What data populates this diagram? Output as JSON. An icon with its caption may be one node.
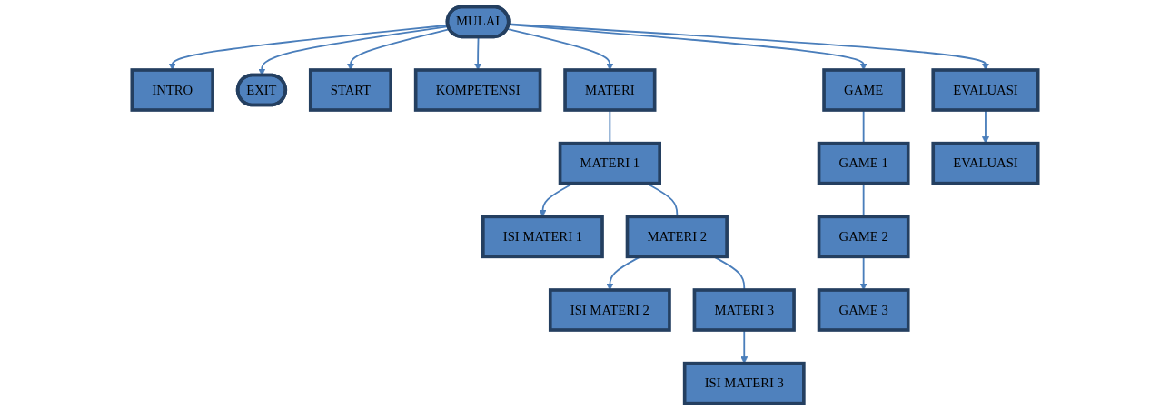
{
  "diagram": {
    "nodes": [
      {
        "text": [
          "INTRO"
        ]
      },
      {
        "text": [
          "MULAI"
        ]
      },
      {
        "text": [
          "EXIT"
        ]
      },
      {
        "text": [
          "START"
        ]
      },
      {
        "text": [
          "KOMPETENSI"
        ]
      },
      {
        "text": [
          "MATERI"
        ]
      },
      {
        "text": [
          "GAME"
        ]
      },
      {
        "text": [
          "EVALUASI"
        ]
      },
      {
        "text": [
          "ISI MATERI 1"
        ]
      },
      {
        "text": [
          "MATERI 1"
        ]
      },
      {
        "text": [
          "GAME 1"
        ]
      },
      {
        "text": [
          "EVALUASI"
        ]
      },
      {
        "text": [
          "ISI MATERI 2"
        ]
      },
      {
        "text": [
          "MATERI 2"
        ]
      },
      {
        "text": [
          "GAME 2"
        ]
      },
      {
        "text": [
          "ISI MATERI 3"
        ]
      },
      {
        "text": [
          "MATERI 3"
        ]
      },
      {
        "text": [
          "GAME 3"
        ]
      }
    ],
    "edges": [
      {
        "from": 1,
        "to": 0,
        "arrow": "to"
      },
      {
        "from": 1,
        "to": 2,
        "arrow": "to"
      },
      {
        "from": 1,
        "to": 3,
        "arrow": "to"
      },
      {
        "from": 1,
        "to": 4,
        "arrow": "to"
      },
      {
        "from": 1,
        "to": 5,
        "arrow": "to"
      },
      {
        "from": 1,
        "to": 6,
        "arrow": "to"
      },
      {
        "from": 1,
        "to": 7,
        "arrow": "to"
      },
      {
        "from": 5,
        "to": 9,
        "arrow": "none"
      },
      {
        "from": 9,
        "to": 8,
        "arrow": "to"
      },
      {
        "from": 9,
        "to": 13,
        "arrow": "none"
      },
      {
        "from": 13,
        "to": 12,
        "arrow": "to"
      },
      {
        "from": 13,
        "to": 16,
        "arrow": "none"
      },
      {
        "from": 16,
        "to": 15,
        "arrow": "to"
      },
      {
        "from": 6,
        "to": 10,
        "arrow": "none"
      },
      {
        "from": 10,
        "to": 14,
        "arrow": "none"
      },
      {
        "from": 14,
        "to": 17,
        "arrow": "to"
      },
      {
        "from": 7,
        "to": 11,
        "arrow": "to"
      }
    ]
  }
}
